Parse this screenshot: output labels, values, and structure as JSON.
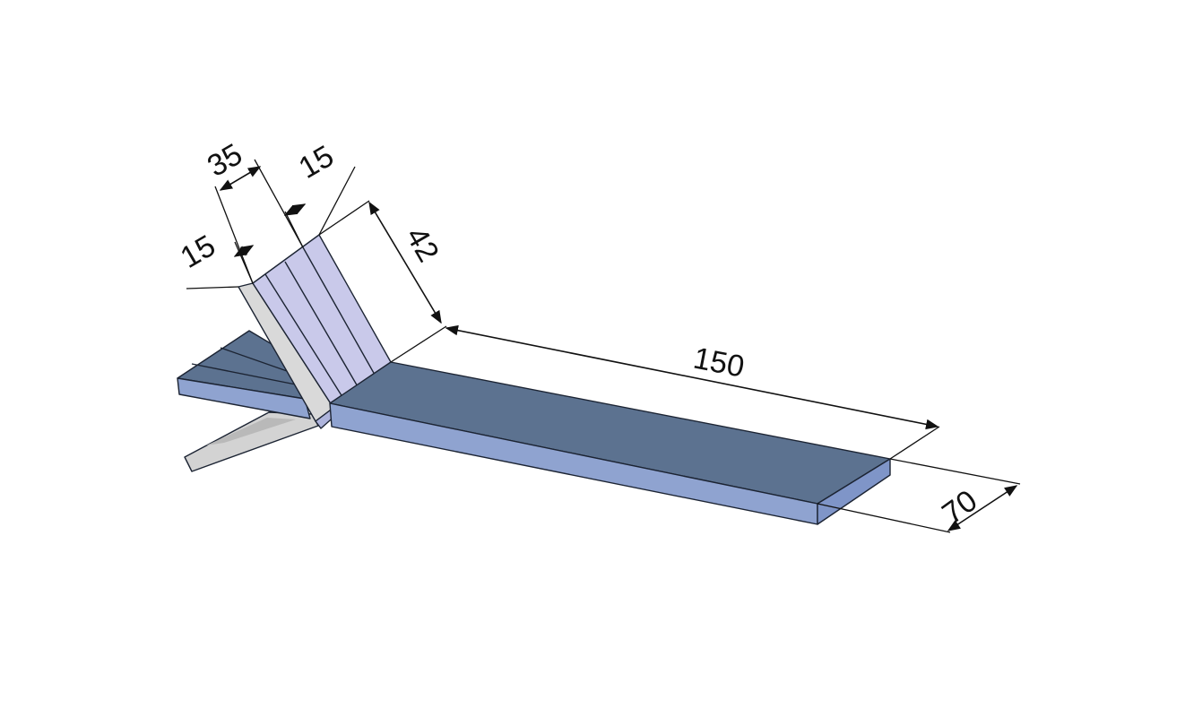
{
  "colors": {
    "background": "#ffffff",
    "plank_top": "#5c7290",
    "plank_front": "#8fa3d0",
    "plank_end": "#7f95c8",
    "backrest_face": "#c9c9ea",
    "backrest_side": "#d9d9d9",
    "leg": "#d3d3d3",
    "dimension": "#111111"
  },
  "dimensions": {
    "slat_width_left": "15",
    "backrest_middle": "35",
    "slat_width_right": "15",
    "backrest_height": "42",
    "plank_length": "150",
    "plank_width": "70"
  }
}
